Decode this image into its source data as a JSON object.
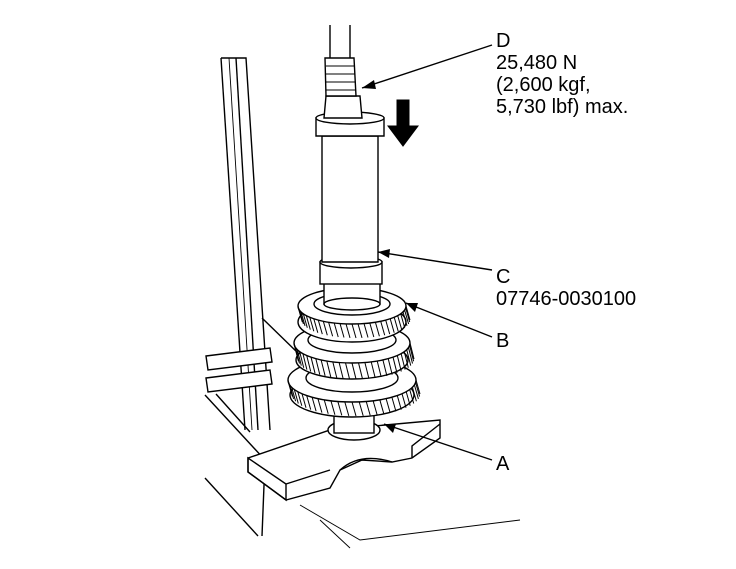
{
  "callouts": {
    "a": {
      "letter": "A"
    },
    "b": {
      "letter": "B"
    },
    "c": {
      "letter": "C",
      "part_number": "07746-0030100"
    },
    "d": {
      "letter": "D",
      "force_line1": "25,480 N",
      "force_line2": "(2,600 kgf,",
      "force_line3": "5,730 lbf) max."
    }
  }
}
